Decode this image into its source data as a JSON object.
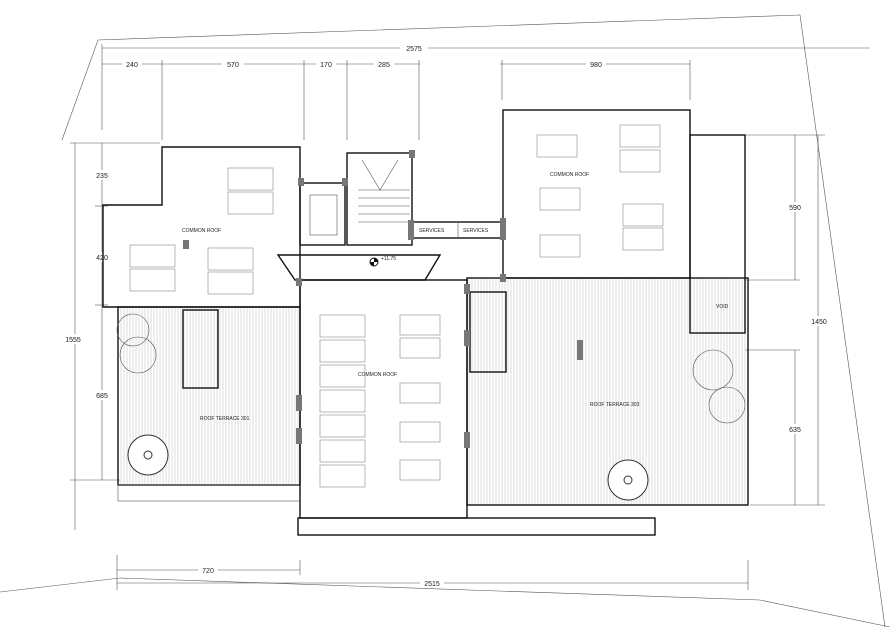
{
  "dimensions": {
    "top_total": "2575",
    "top_segments": [
      "240",
      "570",
      "170",
      "285"
    ],
    "top_right": "980",
    "left": [
      "235",
      "420",
      "685"
    ],
    "left_total": "1555",
    "right": [
      "590",
      "635"
    ],
    "right_total": "1450",
    "bottom_segment": "720",
    "bottom_total": "2515"
  },
  "labels": {
    "common_roof_left": "COMMON ROOF",
    "common_roof_right": "COMMON ROOF",
    "common_roof_center": "COMMON ROOF",
    "terrace_301": "ROOF TERRACE 301",
    "terrace_303": "ROOF TERRACE 303",
    "void": "VOID",
    "services_1": "SERVICES",
    "services_2": "SERVICES",
    "level": "+11.75"
  }
}
